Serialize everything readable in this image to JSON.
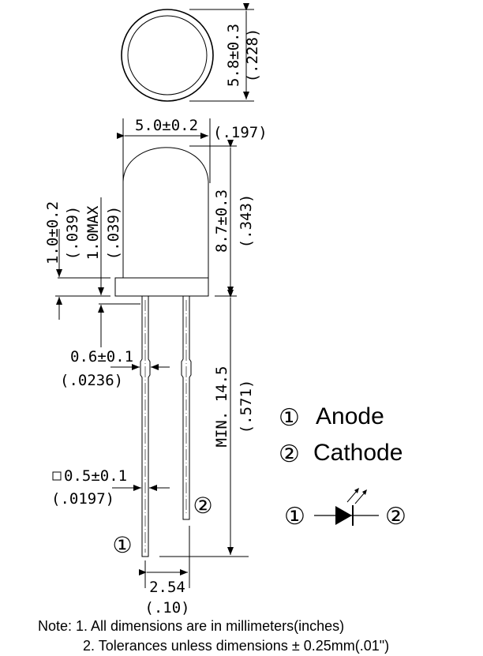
{
  "dimensions": {
    "top_diameter": "5.8±0.3",
    "top_diameter_in": "(.228)",
    "body_width": "5.0±0.2",
    "body_width_in": "(.197)",
    "body_height": "8.7±0.3",
    "body_height_in": "(.343)",
    "flange_height": "1.0±0.2",
    "flange_height_in": "(.039)",
    "flange_max": "1.0MAX",
    "flange_max_in": "(.039)",
    "lead_kink": "0.6±0.1",
    "lead_kink_in": "(.0236)",
    "lead_square": "0.5±0.1",
    "lead_square_in": "(.0197)",
    "lead_length": "MIN. 14.5",
    "lead_length_in": "(.571)",
    "pitch": "2.54",
    "pitch_in": "(.10)"
  },
  "pins": {
    "pin1_marker": "①",
    "pin2_marker": "②"
  },
  "legend": {
    "pin1_marker": "①",
    "pin1_label": "Anode",
    "pin2_marker": "②",
    "pin2_label": "Cathode",
    "symbol_left": "①",
    "symbol_right": "②"
  },
  "notes": {
    "line1": "Note: 1. All dimensions are in millimeters(inches)",
    "line2": "2. Tolerances unless dimensions ± 0.25mm(.01\")"
  }
}
